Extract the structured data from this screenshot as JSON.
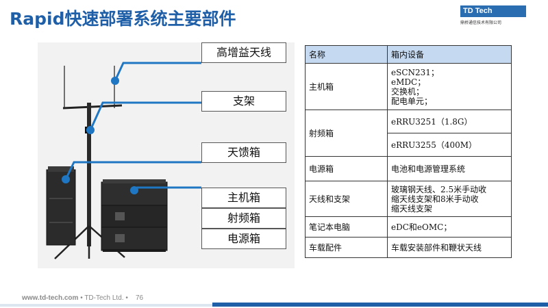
{
  "slide": {
    "title": "Rapid快速部署系统主要部件"
  },
  "logo": {
    "brand": "TD Tech",
    "subtitle": "鼎桥通信技术有限公司"
  },
  "callouts": [
    {
      "id": "antenna",
      "label": "高增益天线"
    },
    {
      "id": "bracket",
      "label": "支架"
    },
    {
      "id": "feeder-box",
      "label": "天馈箱"
    },
    {
      "id": "main-box",
      "label": "主机箱"
    },
    {
      "id": "rf-box",
      "label": "射频箱"
    },
    {
      "id": "power-box",
      "label": "电源箱"
    }
  ],
  "table": {
    "headers": [
      "名称",
      "箱内设备"
    ],
    "rows": [
      {
        "name": "主机箱",
        "items": [
          "eSCN231；",
          "eMDC；",
          "交换机；",
          "配电单元；"
        ]
      },
      {
        "name": "射频箱",
        "items": [
          "eRRU3251（1.8G）"
        ],
        "items2": [
          "eRRU3255（400M）"
        ]
      },
      {
        "name": "电源箱",
        "items": [
          "电池和电源管理系统"
        ]
      },
      {
        "name": "天线和支架",
        "items": [
          "玻璃钢天线、2.5米手动收",
          "缩天线支架和8米手动收",
          "缩天线支架"
        ]
      },
      {
        "name": "笔记本电脑",
        "items": [
          "eDC和eOMC；"
        ]
      },
      {
        "name": "车载配件",
        "items": [
          "车载安装部件和鞭状天线"
        ]
      }
    ]
  },
  "footer": {
    "url": "www.td-tech.com",
    "company": "TD-Tech Ltd.",
    "page": "76"
  },
  "colors": {
    "title": "#1f5fa8",
    "callout_line": "#1f76c2",
    "table_header": "#c5d9f1"
  }
}
